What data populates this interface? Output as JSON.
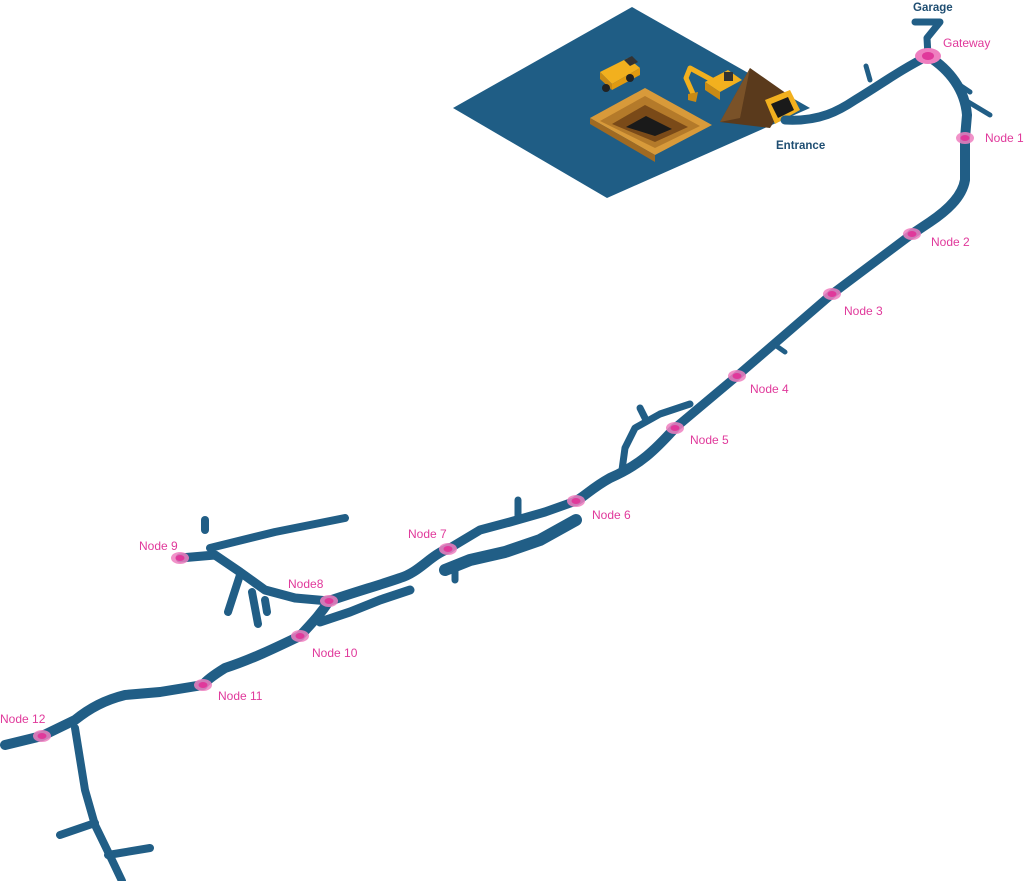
{
  "colors": {
    "tunnel": "#215e86",
    "accent": "#e0399b",
    "glow": "#ef7fc0",
    "pad": "#1f5d85",
    "label": "#1f4e72",
    "machine_yellow": "#f2b01e",
    "pit_orange": "#c98a2c"
  },
  "labels": {
    "garage": "Garage",
    "gateway": "Gateway",
    "entrance": "Entrance"
  },
  "nodes": [
    {
      "id": "node-1",
      "label": "Node 1"
    },
    {
      "id": "node-2",
      "label": "Node 2"
    },
    {
      "id": "node-3",
      "label": "Node 3"
    },
    {
      "id": "node-4",
      "label": "Node 4"
    },
    {
      "id": "node-5",
      "label": "Node 5"
    },
    {
      "id": "node-6",
      "label": "Node 6"
    },
    {
      "id": "node-7",
      "label": "Node 7"
    },
    {
      "id": "node-8",
      "label": "Node8"
    },
    {
      "id": "node-9",
      "label": "Node 9"
    },
    {
      "id": "node-10",
      "label": "Node 10"
    },
    {
      "id": "node-11",
      "label": "Node 11"
    },
    {
      "id": "node-12",
      "label": "Node 12"
    }
  ],
  "icons": {
    "truck": "haul-truck-icon",
    "excavator": "excavator-icon",
    "pit": "open-pit-icon",
    "portal": "mine-portal-icon"
  }
}
